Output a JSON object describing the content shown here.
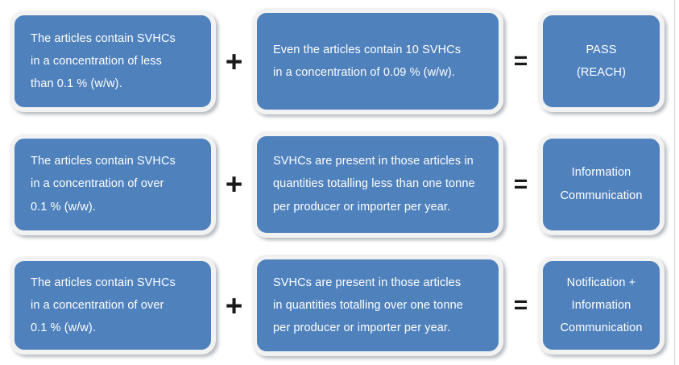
{
  "diagram": {
    "title": "REACH SVHC article obligations decision rows",
    "colors": {
      "box_fill": "#4f81bd",
      "box_ring": "#f2f2f2",
      "text": "#ffffff",
      "operator": "#1a1a1a",
      "background": "#ffffff"
    },
    "operators": {
      "plus": "+",
      "equals": "="
    },
    "rows": [
      {
        "id": "row-1",
        "condition": {
          "lines": [
            "The articles contain SVHCs",
            "in a concentration of less",
            "than 0.1 % (w/w)."
          ]
        },
        "qualifier": {
          "lines": [
            "Even the articles contain 10 SVHCs",
            "in a concentration of 0.09 % (w/w)."
          ]
        },
        "outcome": {
          "lines": [
            "PASS",
            "(REACH)"
          ]
        }
      },
      {
        "id": "row-2",
        "condition": {
          "lines": [
            "The articles contain SVHCs",
            "in a concentration of over",
            "0.1 % (w/w)."
          ]
        },
        "qualifier": {
          "lines": [
            "SVHCs are present in those articles in",
            "quantities totalling less than one tonne",
            "per producer or importer per year."
          ]
        },
        "outcome": {
          "lines": [
            "Information",
            "Communication"
          ]
        }
      },
      {
        "id": "row-3",
        "condition": {
          "lines": [
            "The articles contain SVHCs",
            "in a concentration of over",
            "0.1 % (w/w)."
          ]
        },
        "qualifier": {
          "lines": [
            "SVHCs are present in those articles",
            "in quantities totalling over one tonne",
            "per producer or importer per year."
          ]
        },
        "outcome": {
          "lines": [
            "Notification +",
            "Information",
            "Communication"
          ]
        }
      }
    ]
  }
}
